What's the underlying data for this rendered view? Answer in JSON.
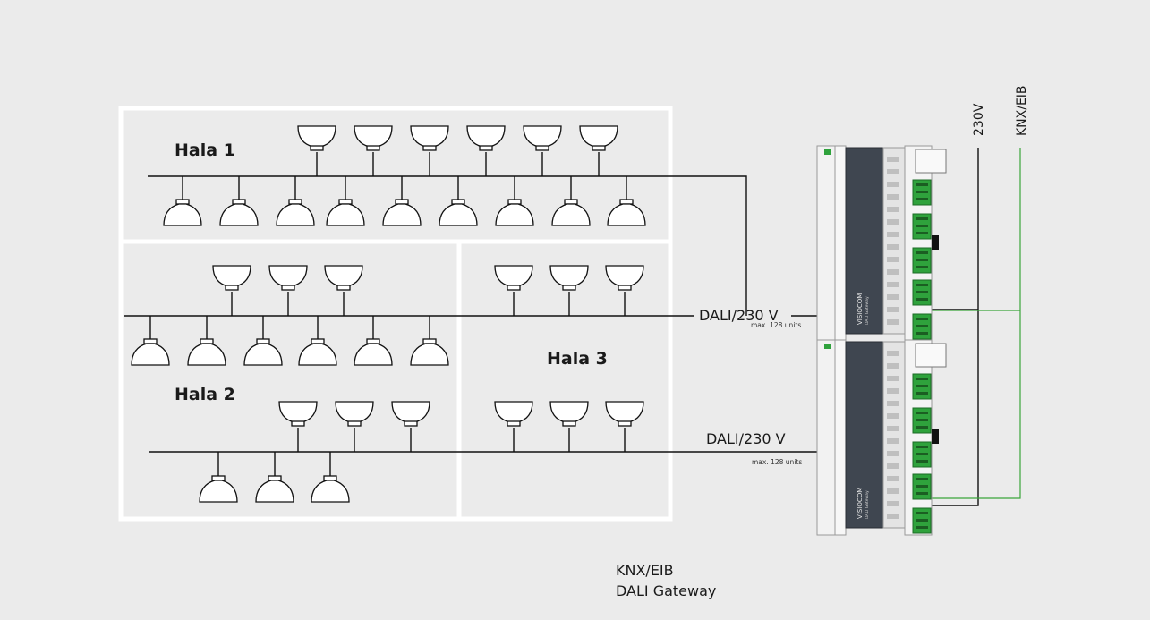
{
  "halls": {
    "hala1": "Hala 1",
    "hala2": "Hala 2",
    "hala3": "Hala 3"
  },
  "buses": {
    "bus1": {
      "label": "DALI/230 V",
      "note": "max. 128 units"
    },
    "bus2": {
      "label": "DALI/230 V",
      "note": "max. 128 units"
    }
  },
  "supply": {
    "power": "230V",
    "knx": "KNX/EIB"
  },
  "device": {
    "brand": "VISIOCOM",
    "model": "DALI Gateway"
  },
  "caption": {
    "line1": "KNX/EIB",
    "line2": "DALI Gateway"
  },
  "colors": {
    "background": "#ebebeb",
    "panel_border": "#ffffff",
    "wire": "#111111",
    "knx_wire": "#3aa53a",
    "gateway_body": "#3f4650",
    "terminal_green": "#2fa23c"
  }
}
